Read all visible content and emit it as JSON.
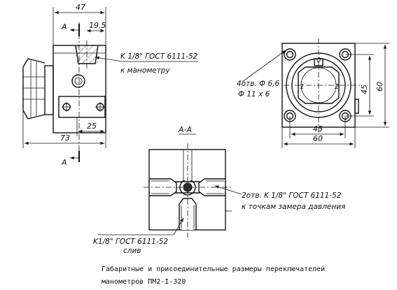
{
  "front_view": {
    "dim_top": "47",
    "dim_19_5": "19,5",
    "dim_25": "25",
    "dim_73": "73",
    "section_mark_top": "A",
    "section_mark_bottom": "A",
    "thread_note_line1": "K 1/8\" ГОСТ 6111-52",
    "thread_note_line2": "к манометру"
  },
  "side_view": {
    "holes_note_line1": "4отв. Ф 6,6",
    "holes_note_line2": "Ф 11 x 6",
    "dim_45_horizontal": "45",
    "dim_60_horizontal": "60",
    "dim_45_vertical": "45",
    "dim_60_vertical": "60",
    "position_0": "0",
    "position_1": "1",
    "position_2": "2"
  },
  "section_view": {
    "title": "А-А",
    "ports_note_line1": "2отв. K 1/8\" ГОСТ 6111-52",
    "ports_note_line2": "к точкам замера давления",
    "drain_note_line1": "K1/8\" ГОСТ 6111-52",
    "drain_note_line2": "слив"
  },
  "caption": {
    "line1": "Габаритные и присоединительные размеры переключателей",
    "line2": "манометров ПМ2-I-320"
  }
}
